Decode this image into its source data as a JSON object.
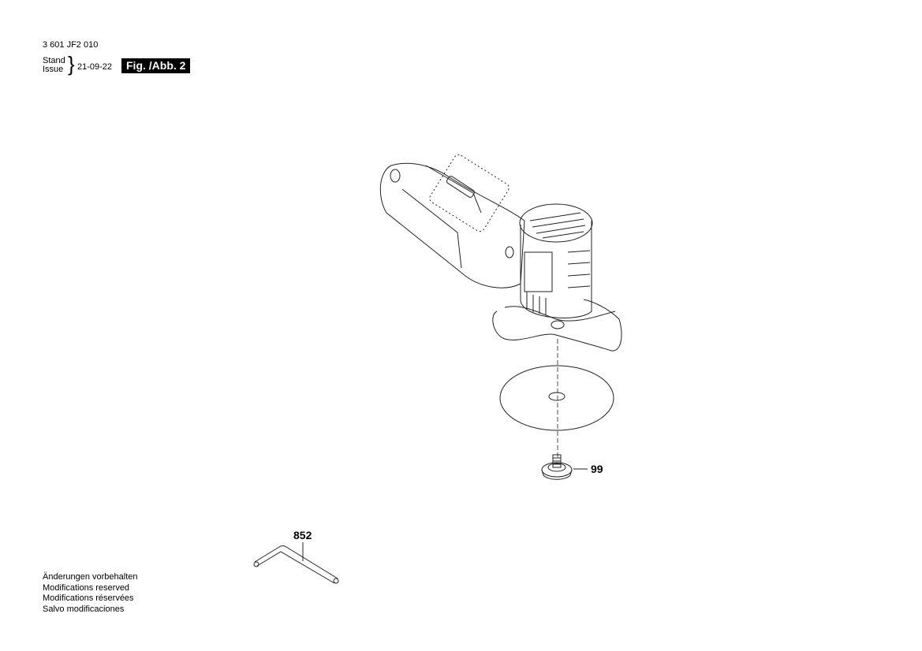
{
  "header": {
    "document_number": "3 601 JF2 010",
    "stand_label": "Stand",
    "issue_label": "Issue",
    "issue_date": "21-09-22",
    "figure_label": "Fig. /Abb. 2"
  },
  "parts": [
    {
      "callout": "99",
      "description": "clamping screw / flange"
    },
    {
      "callout": "852",
      "description": "hex key"
    }
  ],
  "footer": {
    "lines": [
      "Änderungen vorbehalten",
      "Modifications reserved",
      "Modifications réservées",
      "Salvo modificaciones"
    ]
  }
}
